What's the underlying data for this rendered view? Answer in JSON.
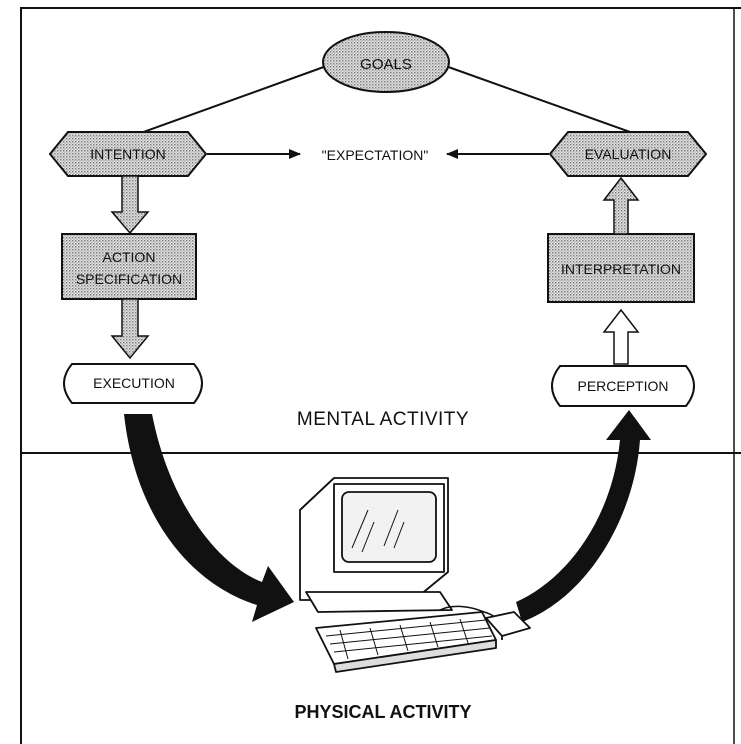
{
  "nodes": {
    "goals": "GOALS",
    "intention": "INTENTION",
    "expectation": "\"EXPECTATION\"",
    "evaluation": "EVALUATION",
    "action_spec_line1": "ACTION",
    "action_spec_line2": "SPECIFICATION",
    "interpretation": "INTERPRETATION",
    "execution": "EXECUTION",
    "perception": "PERCEPTION"
  },
  "regions": {
    "mental": "MENTAL ACTIVITY",
    "physical": "PHYSICAL ACTIVITY"
  },
  "colors": {
    "ink": "#111111",
    "shade": "#c8c8c8",
    "background": "#ffffff"
  }
}
